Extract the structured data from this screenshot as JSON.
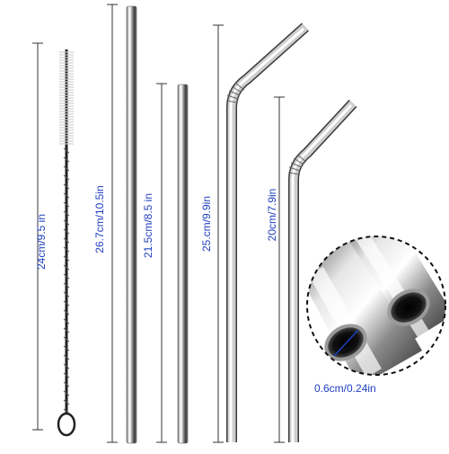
{
  "measurements": {
    "brush": "24cm/9.5 in",
    "long_straight": "26.7cm/10.5in",
    "short_straight": "21.5cm/8.5 in",
    "long_bent": "25.cm/9.9in",
    "short_bent": "20cm/7.9in",
    "diameter": "0.6cm/0.24in"
  },
  "colors": {
    "label_text": "#1f3fbf",
    "dimension_line": "#333333",
    "background": "#ffffff"
  }
}
